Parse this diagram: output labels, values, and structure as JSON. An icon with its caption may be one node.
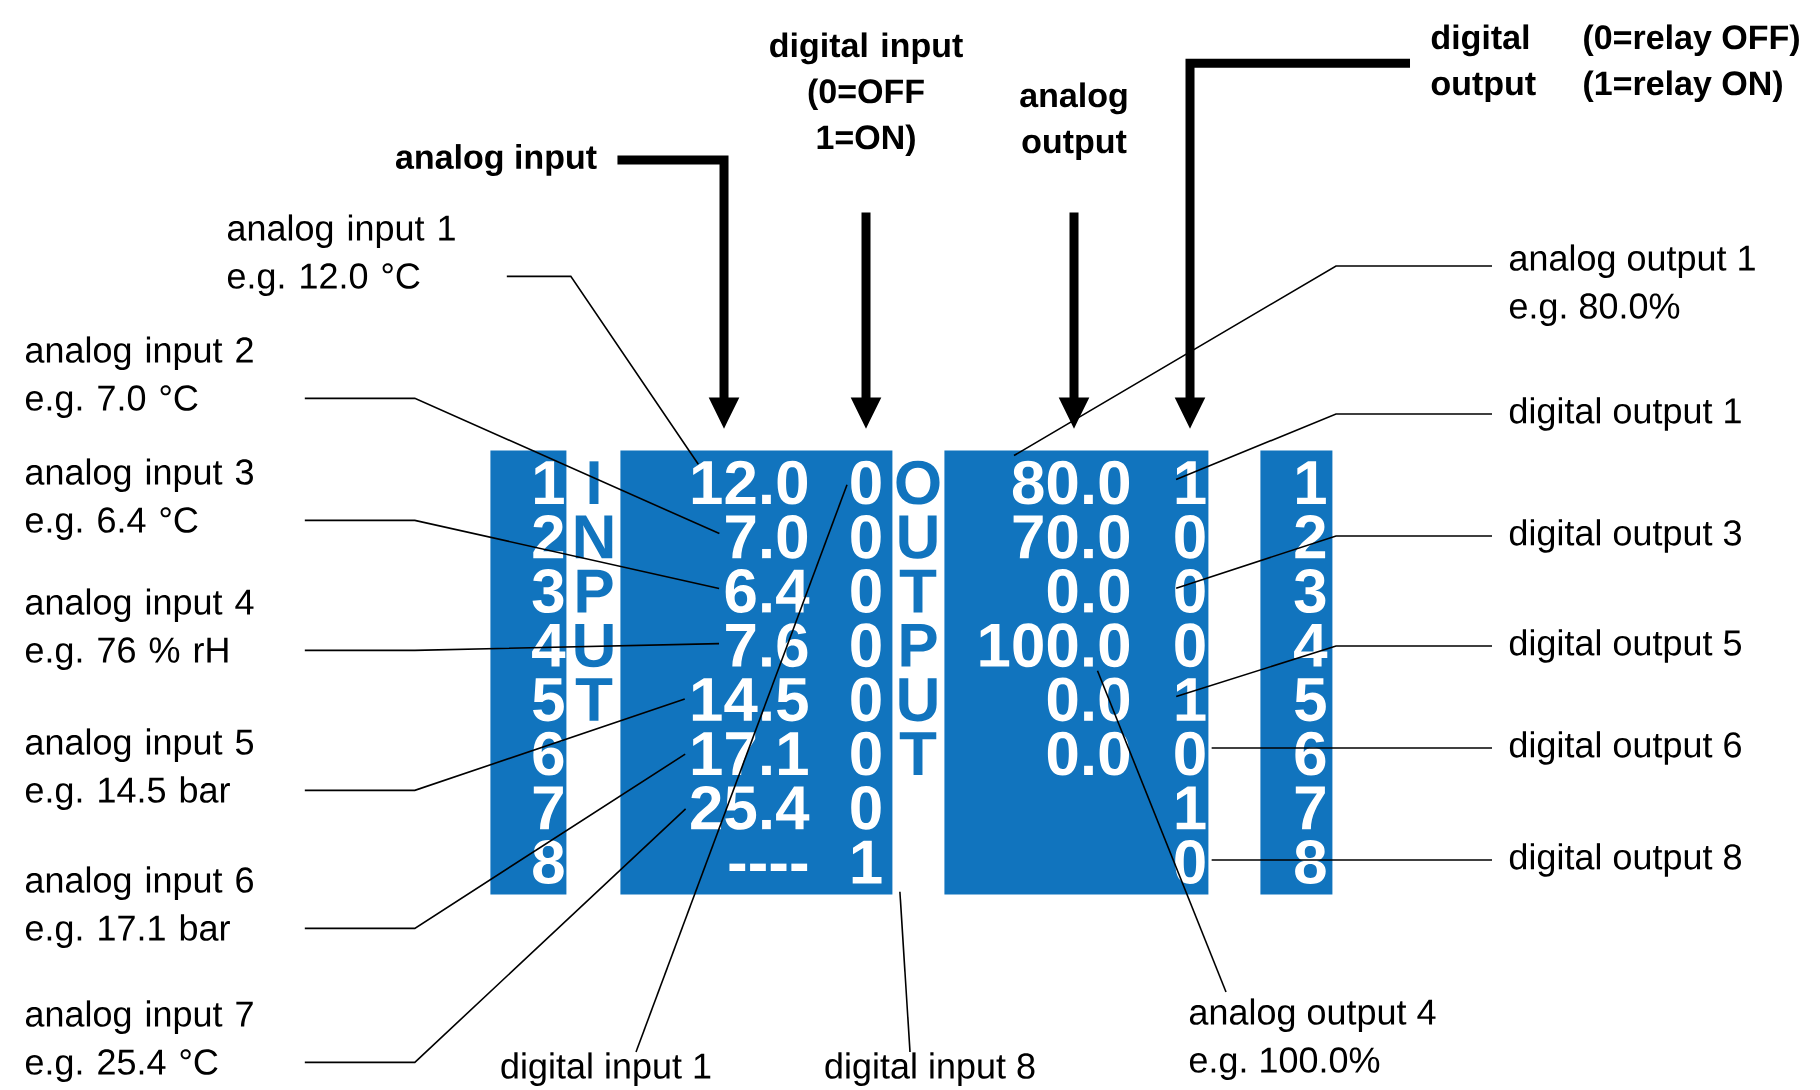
{
  "diagram": {
    "nodes": [
      {
        "text": [
          "analog input"
        ]
      },
      {
        "text": [
          "digital input",
          "(0=OFF 1=ON)"
        ]
      },
      {
        "text": [
          "analog output"
        ]
      },
      {
        "text": [
          "digital output",
          "(0=relay OFF) (1=relay ON)"
        ]
      },
      {
        "text": [
          "analog input 1",
          "e.g. 12.0 °C"
        ]
      },
      {
        "text": [
          "analog input 2",
          "e.g. 7.0 °C"
        ]
      },
      {
        "text": [
          "analog input 3",
          "e.g. 6.4 °C"
        ]
      },
      {
        "text": [
          "analog input 4",
          "e.g. 76 % rH"
        ]
      },
      {
        "text": [
          "analog input 5",
          "e.g. 14.5 bar"
        ]
      },
      {
        "text": [
          "analog input 6",
          "e.g. 17.1 bar"
        ]
      },
      {
        "text": [
          "analog input 7",
          "e.g. 25.4 °C"
        ]
      },
      {
        "text": [],
        "shape": "box"
      },
      {
        "text": [
          "1"
        ],
        "in": 11
      },
      {
        "text": [
          "2"
        ],
        "in": 11
      },
      {
        "text": [
          "3"
        ],
        "in": 11
      },
      {
        "text": [
          "4"
        ],
        "in": 11
      },
      {
        "text": [
          "5"
        ],
        "in": 11
      },
      {
        "text": [
          "6"
        ],
        "in": 11
      },
      {
        "text": [
          "7"
        ],
        "in": 11
      },
      {
        "text": [
          "8"
        ],
        "in": 11
      },
      {
        "text": [],
        "shape": "box"
      },
      {
        "text": [
          "12.0"
        ],
        "in": 20
      },
      {
        "text": [
          "7.0"
        ],
        "in": 20
      },
      {
        "text": [
          "6.4"
        ],
        "in": 20
      },
      {
        "text": [
          "7.6"
        ],
        "in": 20
      },
      {
        "text": [
          "14.5"
        ],
        "in": 20
      },
      {
        "text": [
          "17.1"
        ],
        "in": 20
      },
      {
        "text": [
          "25.4"
        ],
        "in": 20
      },
      {
        "text": [
          "----"
        ],
        "in": 20
      },
      {
        "text": [
          "0"
        ],
        "in": 20
      },
      {
        "text": [
          "0"
        ],
        "in": 20
      },
      {
        "text": [
          "0"
        ],
        "in": 20
      },
      {
        "text": [
          "0"
        ],
        "in": 20
      },
      {
        "text": [
          "0"
        ],
        "in": 20
      },
      {
        "text": [
          "0"
        ],
        "in": 20
      },
      {
        "text": [
          "0"
        ],
        "in": 20
      },
      {
        "text": [
          "1"
        ],
        "in": 20
      },
      {
        "text": [],
        "shape": "box"
      },
      {
        "text": [
          "80.0"
        ],
        "in": 37
      },
      {
        "text": [
          "70.0"
        ],
        "in": 37
      },
      {
        "text": [
          "0.0"
        ],
        "in": 37
      },
      {
        "text": [
          "100.0"
        ],
        "in": 37
      },
      {
        "text": [
          "0.0"
        ],
        "in": 37
      },
      {
        "text": [
          "0.0"
        ],
        "in": 37
      },
      {
        "text": [
          "1"
        ],
        "in": 37
      },
      {
        "text": [
          "0"
        ],
        "in": 37
      },
      {
        "text": [
          "0"
        ],
        "in": 37
      },
      {
        "text": [
          "0"
        ],
        "in": 37
      },
      {
        "text": [
          "1"
        ],
        "in": 37
      },
      {
        "text": [
          "0"
        ],
        "in": 37
      },
      {
        "text": [
          "1"
        ],
        "in": 37
      },
      {
        "text": [
          "0"
        ],
        "in": 37
      },
      {
        "text": [],
        "shape": "box"
      },
      {
        "text": [
          "1"
        ],
        "in": 52
      },
      {
        "text": [
          "2"
        ],
        "in": 52
      },
      {
        "text": [
          "3"
        ],
        "in": 52
      },
      {
        "text": [
          "4"
        ],
        "in": 52
      },
      {
        "text": [
          "5"
        ],
        "in": 52
      },
      {
        "text": [
          "6"
        ],
        "in": 52
      },
      {
        "text": [
          "7"
        ],
        "in": 52
      },
      {
        "text": [
          "8"
        ],
        "in": 52
      },
      {
        "text": [
          "analog output 1",
          "e.g. 80.0%"
        ]
      },
      {
        "text": [
          "digital output 1"
        ]
      },
      {
        "text": [
          "digital output 3"
        ]
      },
      {
        "text": [
          "digital output 5"
        ]
      },
      {
        "text": [
          "digital output 6"
        ]
      },
      {
        "text": [
          "digital output 8"
        ]
      },
      {
        "text": [
          "analog output 4",
          "e.g. 100.0%"
        ]
      },
      {
        "text": [
          "digital input 1"
        ]
      },
      {
        "text": [
          "digital input 8"
        ]
      }
    ],
    "edges": [
      {
        "from": 0,
        "to": 21,
        "arrow": "to",
        "style": "thick"
      },
      {
        "from": 1,
        "to": 29,
        "arrow": "to",
        "style": "thick"
      },
      {
        "from": 2,
        "to": 38,
        "arrow": "to",
        "style": "thick"
      },
      {
        "from": 3,
        "to": 44,
        "arrow": "to",
        "style": "thick"
      },
      {
        "from": 4,
        "to": 21,
        "arrow": "none"
      },
      {
        "from": 5,
        "to": 22,
        "arrow": "none"
      },
      {
        "from": 6,
        "to": 23,
        "arrow": "none"
      },
      {
        "from": 7,
        "to": 24,
        "arrow": "none"
      },
      {
        "from": 8,
        "to": 25,
        "arrow": "none"
      },
      {
        "from": 9,
        "to": 26,
        "arrow": "none"
      },
      {
        "from": 10,
        "to": 27,
        "arrow": "none"
      },
      {
        "from": 61,
        "to": 38,
        "arrow": "none"
      },
      {
        "from": 62,
        "to": 44,
        "arrow": "none"
      },
      {
        "from": 63,
        "to": 46,
        "arrow": "none"
      },
      {
        "from": 64,
        "to": 48,
        "arrow": "none"
      },
      {
        "from": 65,
        "to": 49,
        "arrow": "none"
      },
      {
        "from": 66,
        "to": 51,
        "arrow": "none"
      },
      {
        "from": 67,
        "to": 41,
        "arrow": "none"
      },
      {
        "from": 68,
        "to": 29,
        "arrow": "none"
      },
      {
        "from": 69,
        "to": 36,
        "arrow": "none"
      }
    ],
    "labels": [
      "I",
      "N",
      "P",
      "U",
      "T",
      "O",
      "U",
      "T",
      "P",
      "U",
      "T"
    ]
  }
}
